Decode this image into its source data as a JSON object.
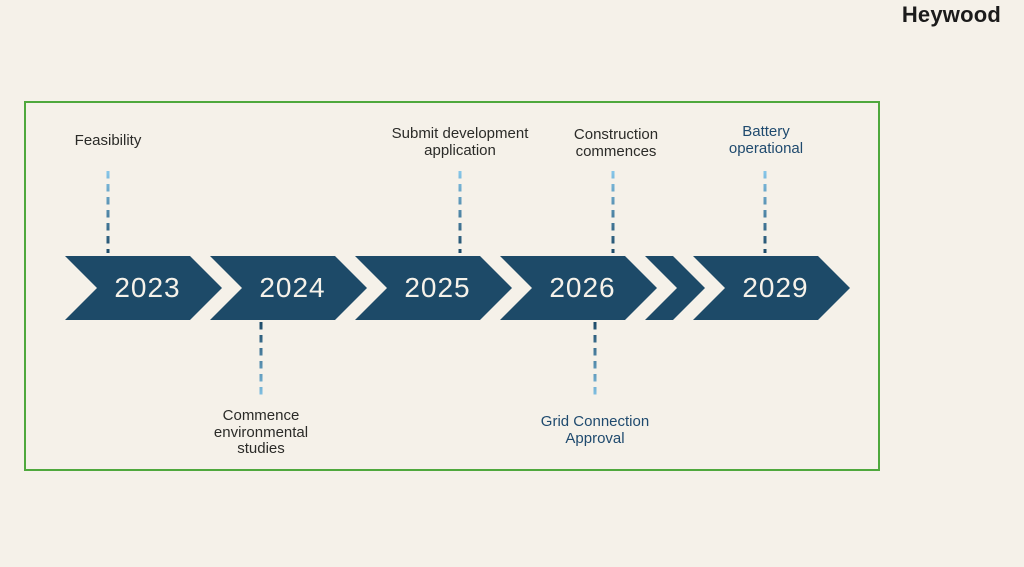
{
  "page": {
    "logo_text": "Heywood",
    "background_color": "#f5f1e9",
    "logo_color": "#1b1b1b"
  },
  "timeline": {
    "frame_border_color": "#4fa83d",
    "chevron_color": "#1d4a68",
    "year_text_color": "#f6f2ea",
    "dash_light_color": "#86c7ea",
    "dash_dark_color": "#1d4a68",
    "label_dark_color": "#2b2b28",
    "label_navy_color": "#1f4a6e",
    "years": [
      "2023",
      "2024",
      "2025",
      "2026",
      "2029"
    ],
    "milestones_above": [
      {
        "year": "2023",
        "text": "Feasibility",
        "color": "dark"
      },
      {
        "year": "2025",
        "text": "Submit development\napplication",
        "color": "dark"
      },
      {
        "year": "2026",
        "text": "Construction\ncommences",
        "color": "dark"
      },
      {
        "year": "2029",
        "text": "Battery\noperational",
        "color": "navy"
      }
    ],
    "milestones_below": [
      {
        "year": "2024",
        "text": "Commence\nenvironmental\nstudies",
        "color": "dark"
      },
      {
        "year": "2026",
        "text": "Grid Connection\nApproval",
        "color": "navy"
      }
    ]
  }
}
